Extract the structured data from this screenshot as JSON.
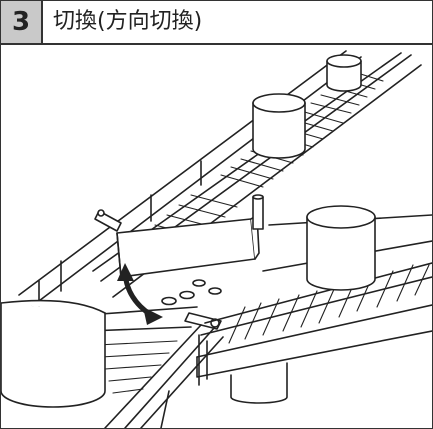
{
  "header": {
    "step_number": "3",
    "title": "切換(方向切換)"
  },
  "colors": {
    "line": "#222222",
    "badge_bg": "#c9c9c9",
    "background": "#ffffff"
  },
  "icons": {
    "arrow": "double-headed-curved-arrow"
  }
}
